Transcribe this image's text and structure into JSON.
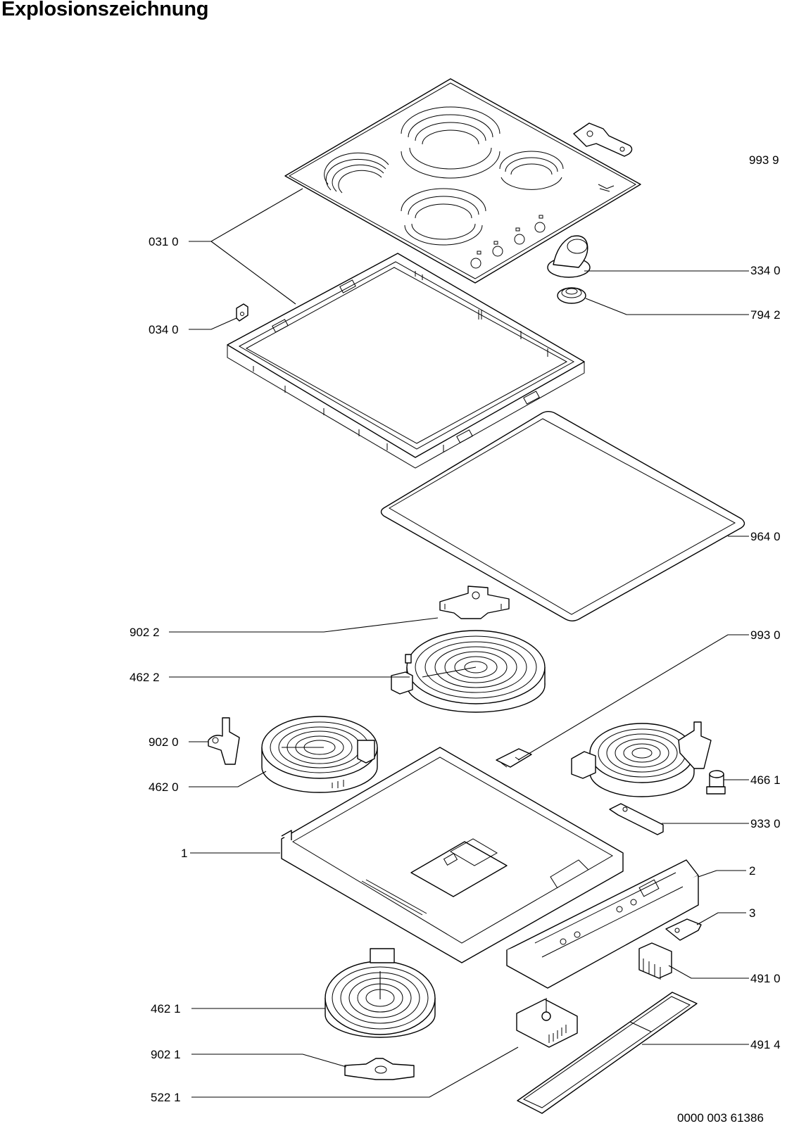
{
  "title": "Explosionszeichnung",
  "drawing_number": "0000 003 61386",
  "part_labels": {
    "p9939": "993 9",
    "p0310": "031 0",
    "p3340": "334 0",
    "p7942": "794 2",
    "p0340": "034 0",
    "p9640": "964 0",
    "p9022": "902 2",
    "p9930": "993 0",
    "p4622": "462 2",
    "p9020": "902 0",
    "p4661": "466 1",
    "p4620": "462 0",
    "p9330": "933 0",
    "p1": "1",
    "p2": "2",
    "p3": "3",
    "p4910": "491 0",
    "p4621": "462 1",
    "p4914": "491 4",
    "p9021": "902 1",
    "p5221": "522 1"
  }
}
